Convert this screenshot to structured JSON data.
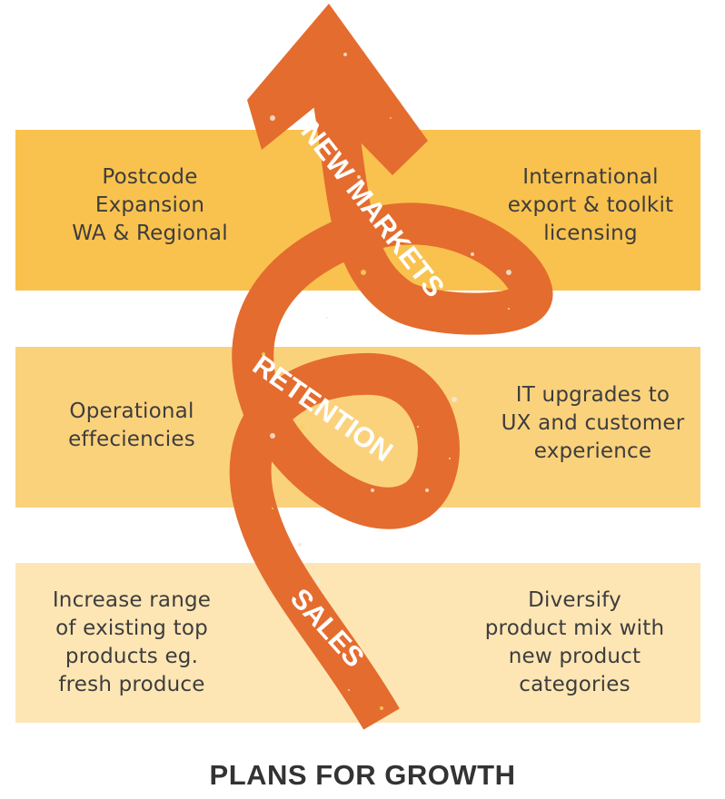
{
  "colors": {
    "band_top": "#f9c24e",
    "band_mid": "#fbd27c",
    "band_bot": "#fde6b4",
    "arrow": "#e46c2e",
    "text": "#3d3d3d"
  },
  "bands": {
    "top": {
      "left": "Postcode\nExpansion\nWA & Regional",
      "right": "International\nexport & toolkit\nlicensing"
    },
    "middle": {
      "left": "Operational\neffeciencies",
      "right": "IT upgrades to\nUX and customer\nexperience"
    },
    "bottom": {
      "left": "Increase range\nof existing top\nproducts eg.\nfresh produce",
      "right": "Diversify\nproduct mix with\nnew product\ncategories"
    }
  },
  "arrow_labels": {
    "new_markets": "NEW MARKETS",
    "retention": "RETENTION",
    "sales": "SALES"
  },
  "footer": {
    "title": "PLANS FOR GROWTH"
  }
}
